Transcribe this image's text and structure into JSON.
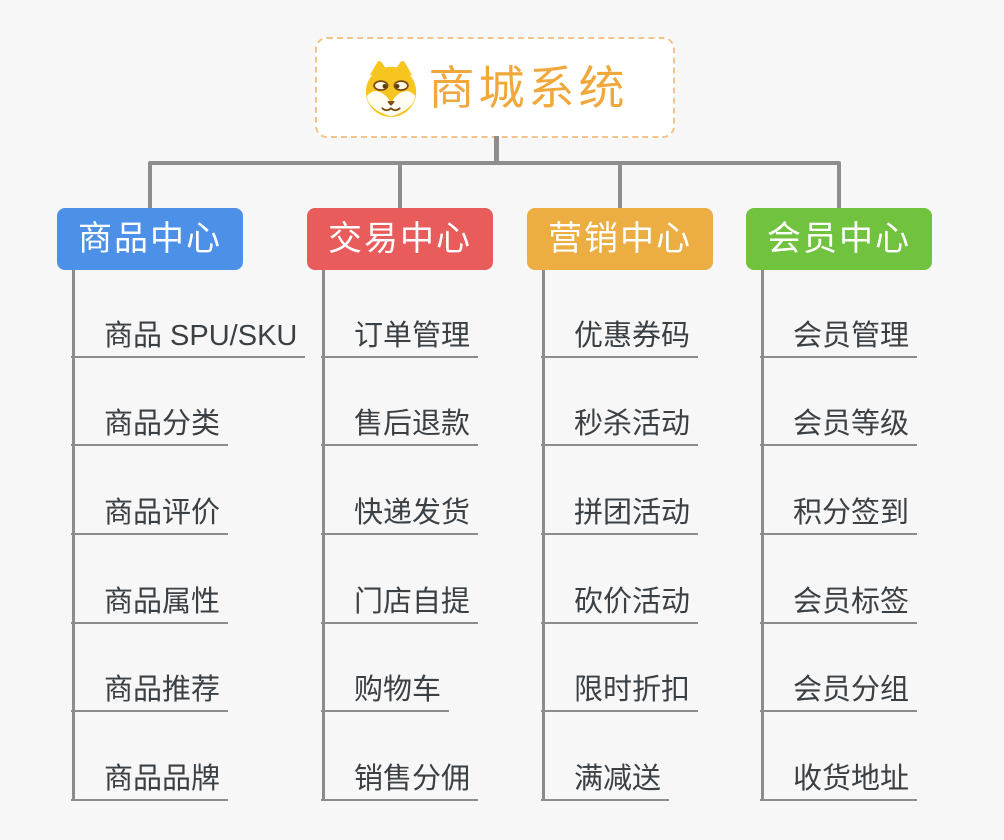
{
  "background_color": "#f7f7f7",
  "connector_color": "#8e8e8e",
  "underline_color": "#8c8c8c",
  "item_text_color": "#3b4045",
  "root": {
    "title": "商城系统",
    "title_color": "#f0a83c",
    "border_color": "#f2c48c",
    "icon": "dog-face-icon"
  },
  "branches": [
    {
      "label": "商品中心",
      "color": "#4d90e8",
      "items": [
        "商品 SPU/SKU",
        "商品分类",
        "商品评价",
        "商品属性",
        "商品推荐",
        "商品品牌"
      ]
    },
    {
      "label": "交易中心",
      "color": "#e85c5b",
      "items": [
        "订单管理",
        "售后退款",
        "快递发货",
        "门店自提",
        "购物车",
        "销售分佣"
      ]
    },
    {
      "label": "营销中心",
      "color": "#ecae42",
      "items": [
        "优惠券码",
        "秒杀活动",
        "拼团活动",
        "砍价活动",
        "限时折扣",
        "满减送"
      ]
    },
    {
      "label": "会员中心",
      "color": "#71c23f",
      "items": [
        "会员管理",
        "会员等级",
        "积分签到",
        "会员标签",
        "会员分组",
        "收货地址"
      ]
    }
  ]
}
